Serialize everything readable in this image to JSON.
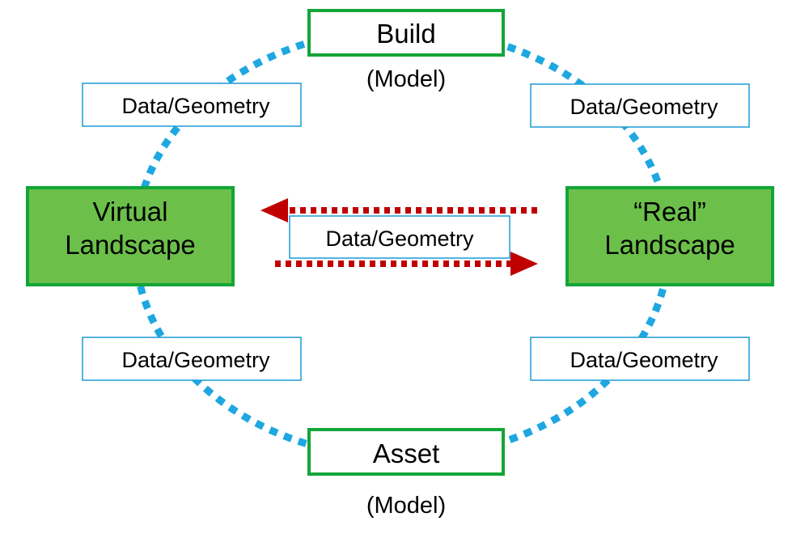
{
  "colors": {
    "cycle_ring": "#1ea7e1",
    "node_green_border": "#13a538",
    "node_green_fill": "#6cc04a",
    "label_border": "#1a9ad6",
    "arrow_red": "#c00000",
    "text": "#000000"
  },
  "nodes": {
    "build": {
      "label": "Build",
      "sublabel": "(Model)"
    },
    "asset": {
      "label": "Asset",
      "sublabel": "(Model)"
    },
    "virtual_landscape": {
      "line1": "Virtual",
      "line2": "Landscape"
    },
    "real_landscape": {
      "line1": "“Real”",
      "line2": "Landscape"
    }
  },
  "edge_labels": {
    "top_left": "Data/Geometry",
    "top_right": "Data/Geometry",
    "bottom_left": "Data/Geometry",
    "bottom_right": "Data/Geometry",
    "center": "Data/Geometry"
  }
}
